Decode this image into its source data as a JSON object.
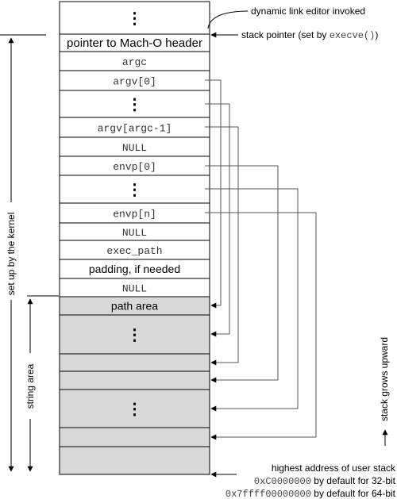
{
  "cells": [
    {
      "id": "top-ellipsis",
      "label": "⋮",
      "font": "sans",
      "shade": false
    },
    {
      "id": "mach-o-header",
      "label": "pointer to Mach-O header",
      "font": "sans",
      "shade": false
    },
    {
      "id": "argc",
      "label": "argc",
      "font": "mono",
      "shade": false
    },
    {
      "id": "argv-0",
      "label": "argv[0]",
      "font": "mono",
      "shade": false
    },
    {
      "id": "argv-ellipsis",
      "label": "⋮",
      "font": "sans",
      "shade": false
    },
    {
      "id": "argv-argc-1",
      "label": "argv[argc-1]",
      "font": "mono",
      "shade": false
    },
    {
      "id": "null-1",
      "label": "NULL",
      "font": "mono",
      "shade": false
    },
    {
      "id": "envp-0",
      "label": "envp[0]",
      "font": "mono",
      "shade": false
    },
    {
      "id": "envp-ellipsis",
      "label": "⋮",
      "font": "sans",
      "shade": false
    },
    {
      "id": "envp-n",
      "label": "envp[n]",
      "font": "mono",
      "shade": false
    },
    {
      "id": "null-2",
      "label": "NULL",
      "font": "mono",
      "shade": false
    },
    {
      "id": "exec-path",
      "label": "exec_path",
      "font": "mono",
      "shade": false
    },
    {
      "id": "padding",
      "label": "padding, if needed",
      "font": "sans",
      "shade": false
    },
    {
      "id": "null-3",
      "label": "NULL",
      "font": "mono",
      "shade": false
    },
    {
      "id": "path-area",
      "label": "path area",
      "font": "sans",
      "shade": true
    },
    {
      "id": "string-1",
      "label": "⋮",
      "font": "sans",
      "shade": true
    },
    {
      "id": "string-2",
      "label": "",
      "font": "sans",
      "shade": true
    },
    {
      "id": "string-3",
      "label": "",
      "font": "sans",
      "shade": true
    },
    {
      "id": "string-4",
      "label": "⋮",
      "font": "sans",
      "shade": true
    },
    {
      "id": "string-5",
      "label": "",
      "font": "sans",
      "shade": true
    },
    {
      "id": "string-6",
      "label": "",
      "font": "sans",
      "shade": true
    }
  ],
  "annotations": {
    "dynamic_link_editor": "dynamic link editor invoked",
    "stack_pointer_prefix": "stack pointer (set by ",
    "stack_pointer_code": "execve()",
    "stack_pointer_suffix": ")",
    "set_up_by_kernel": "set up by the kernel",
    "string_area": "string area",
    "stack_grows_upward": "stack grows upward",
    "highest_address": "highest address of user stack",
    "addr_32_code": "0xC0000000",
    "addr_32_text": " by default for 32-bit",
    "addr_64_code": "0x7ffff00000000",
    "addr_64_text": " by default for 64-bit"
  },
  "colors": {
    "shade": "#d9d9d9",
    "line": "#000000",
    "pointer_line": "#555555"
  }
}
